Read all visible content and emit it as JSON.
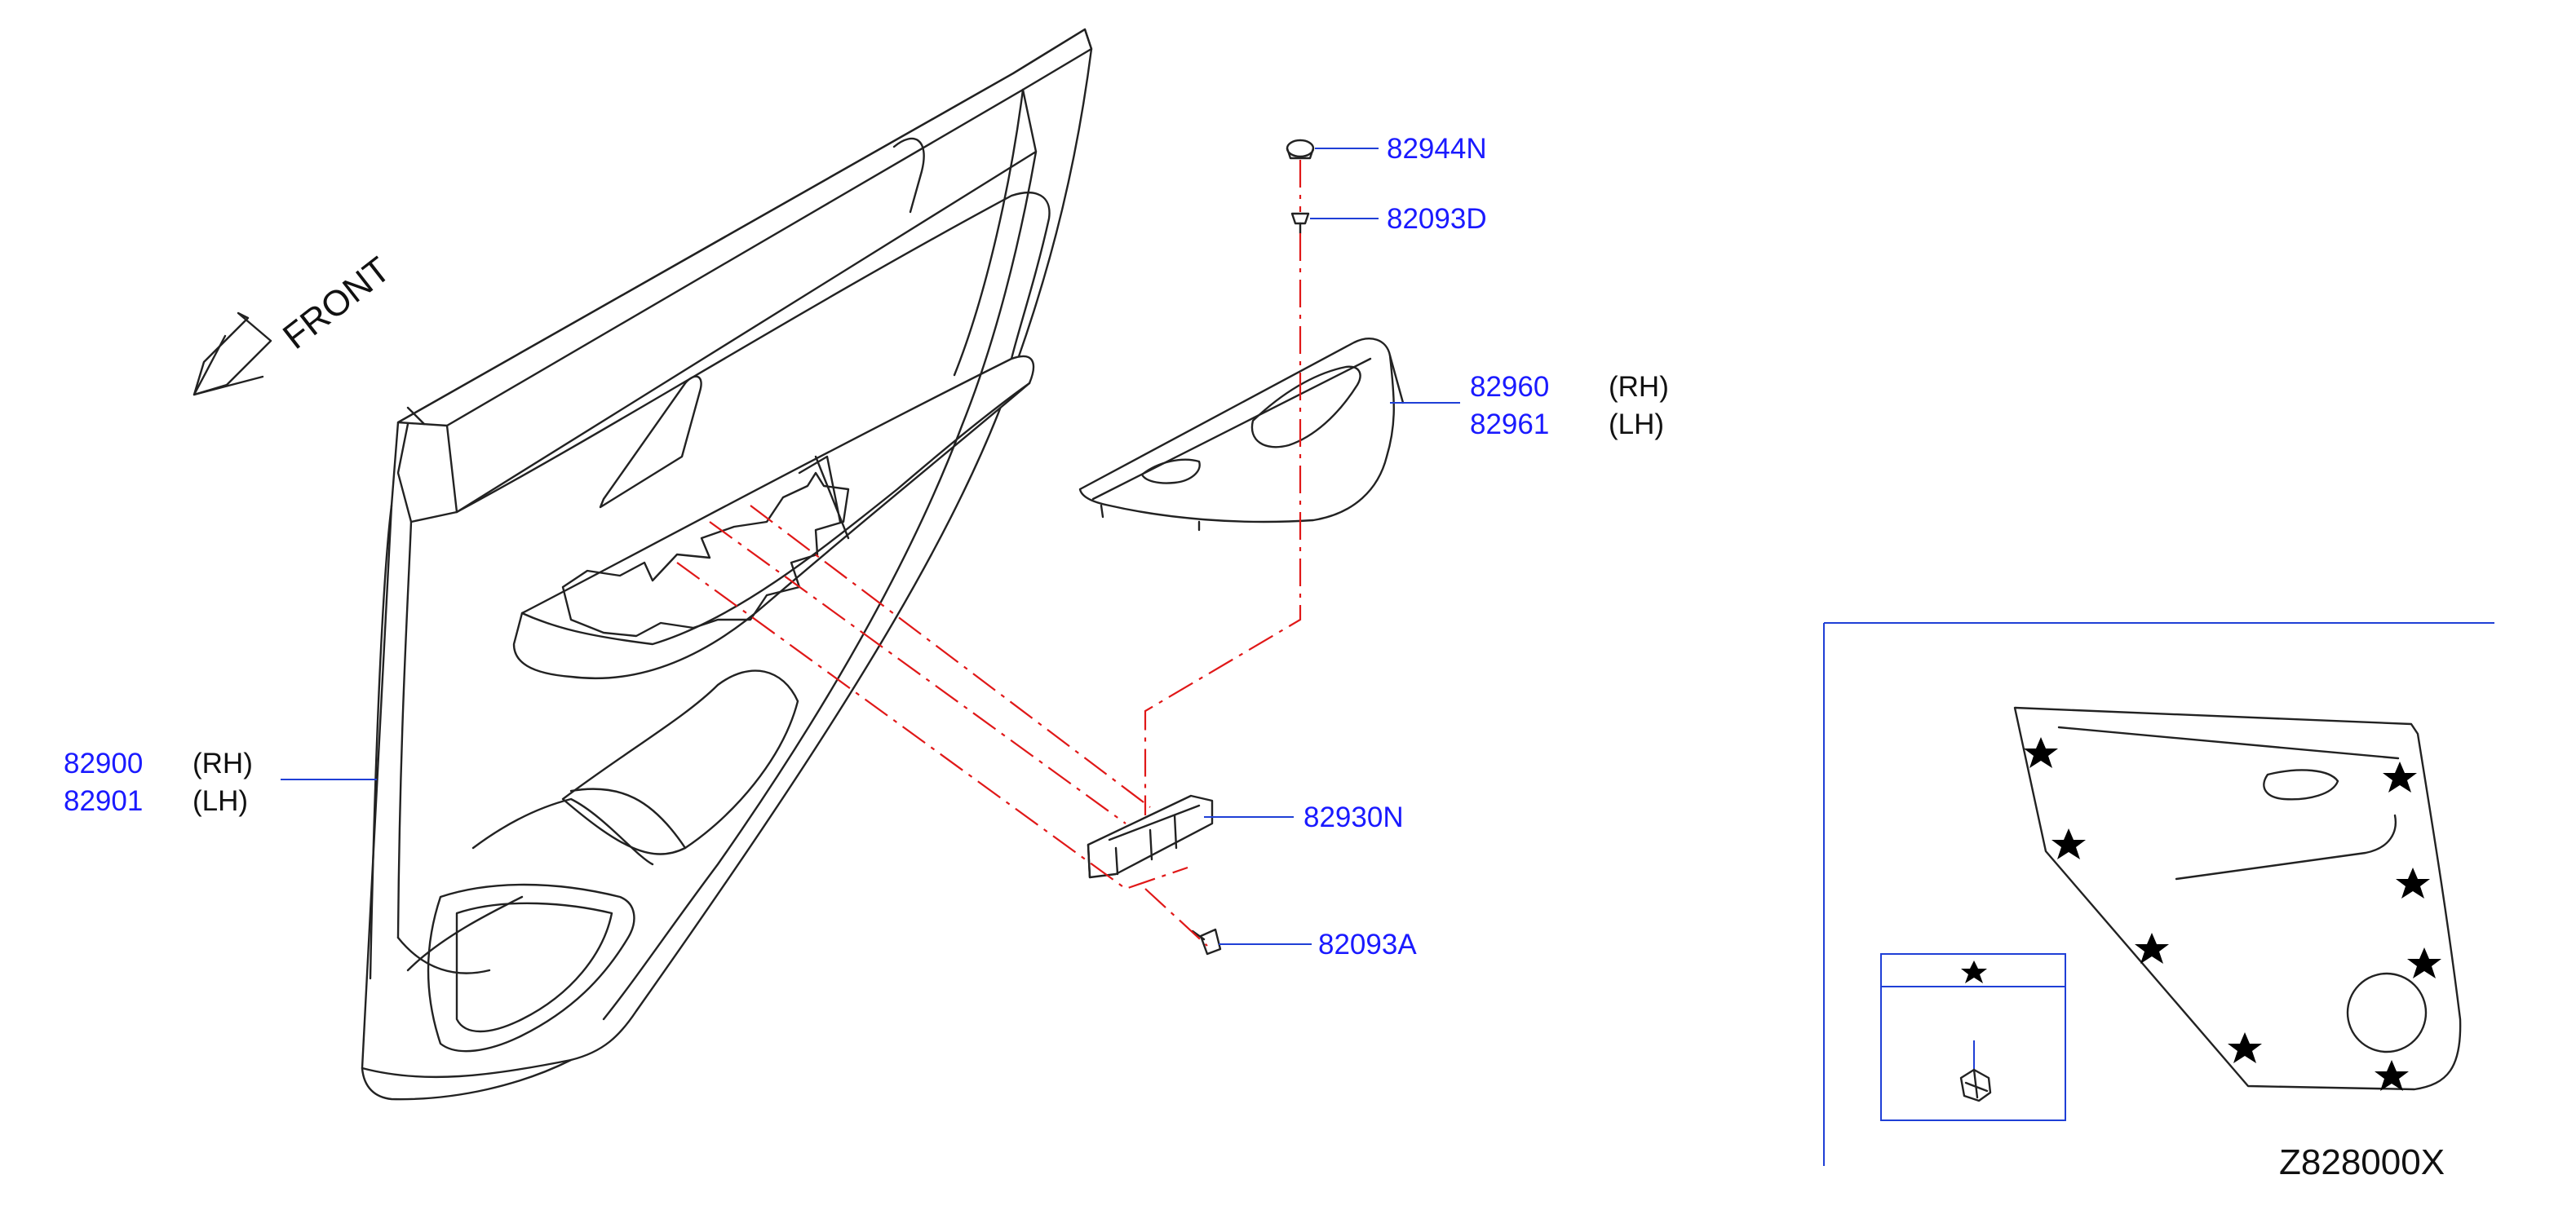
{
  "direction_label": "FRONT",
  "parts": {
    "door_trim": {
      "rh": "82900",
      "lh": "82901",
      "rh_side": "(RH)",
      "lh_side": "(LH)"
    },
    "armrest": {
      "rh": "82960",
      "lh": "82961",
      "rh_side": "(RH)",
      "lh_side": "(LH)"
    },
    "cap": "82944N",
    "screw_top": "82093D",
    "bracket": "82930N",
    "screw_bottom": "82093A"
  },
  "diagram_code": "Z828000X",
  "colors": {
    "part_number": "#1a1aff",
    "leader_line": "#1f3fd6",
    "assembly_line": "#e01818",
    "drawing": "#222222"
  },
  "icons": {
    "direction": "front-arrow-icon",
    "clip_marker": "star-icon",
    "clip": "clip-icon"
  }
}
